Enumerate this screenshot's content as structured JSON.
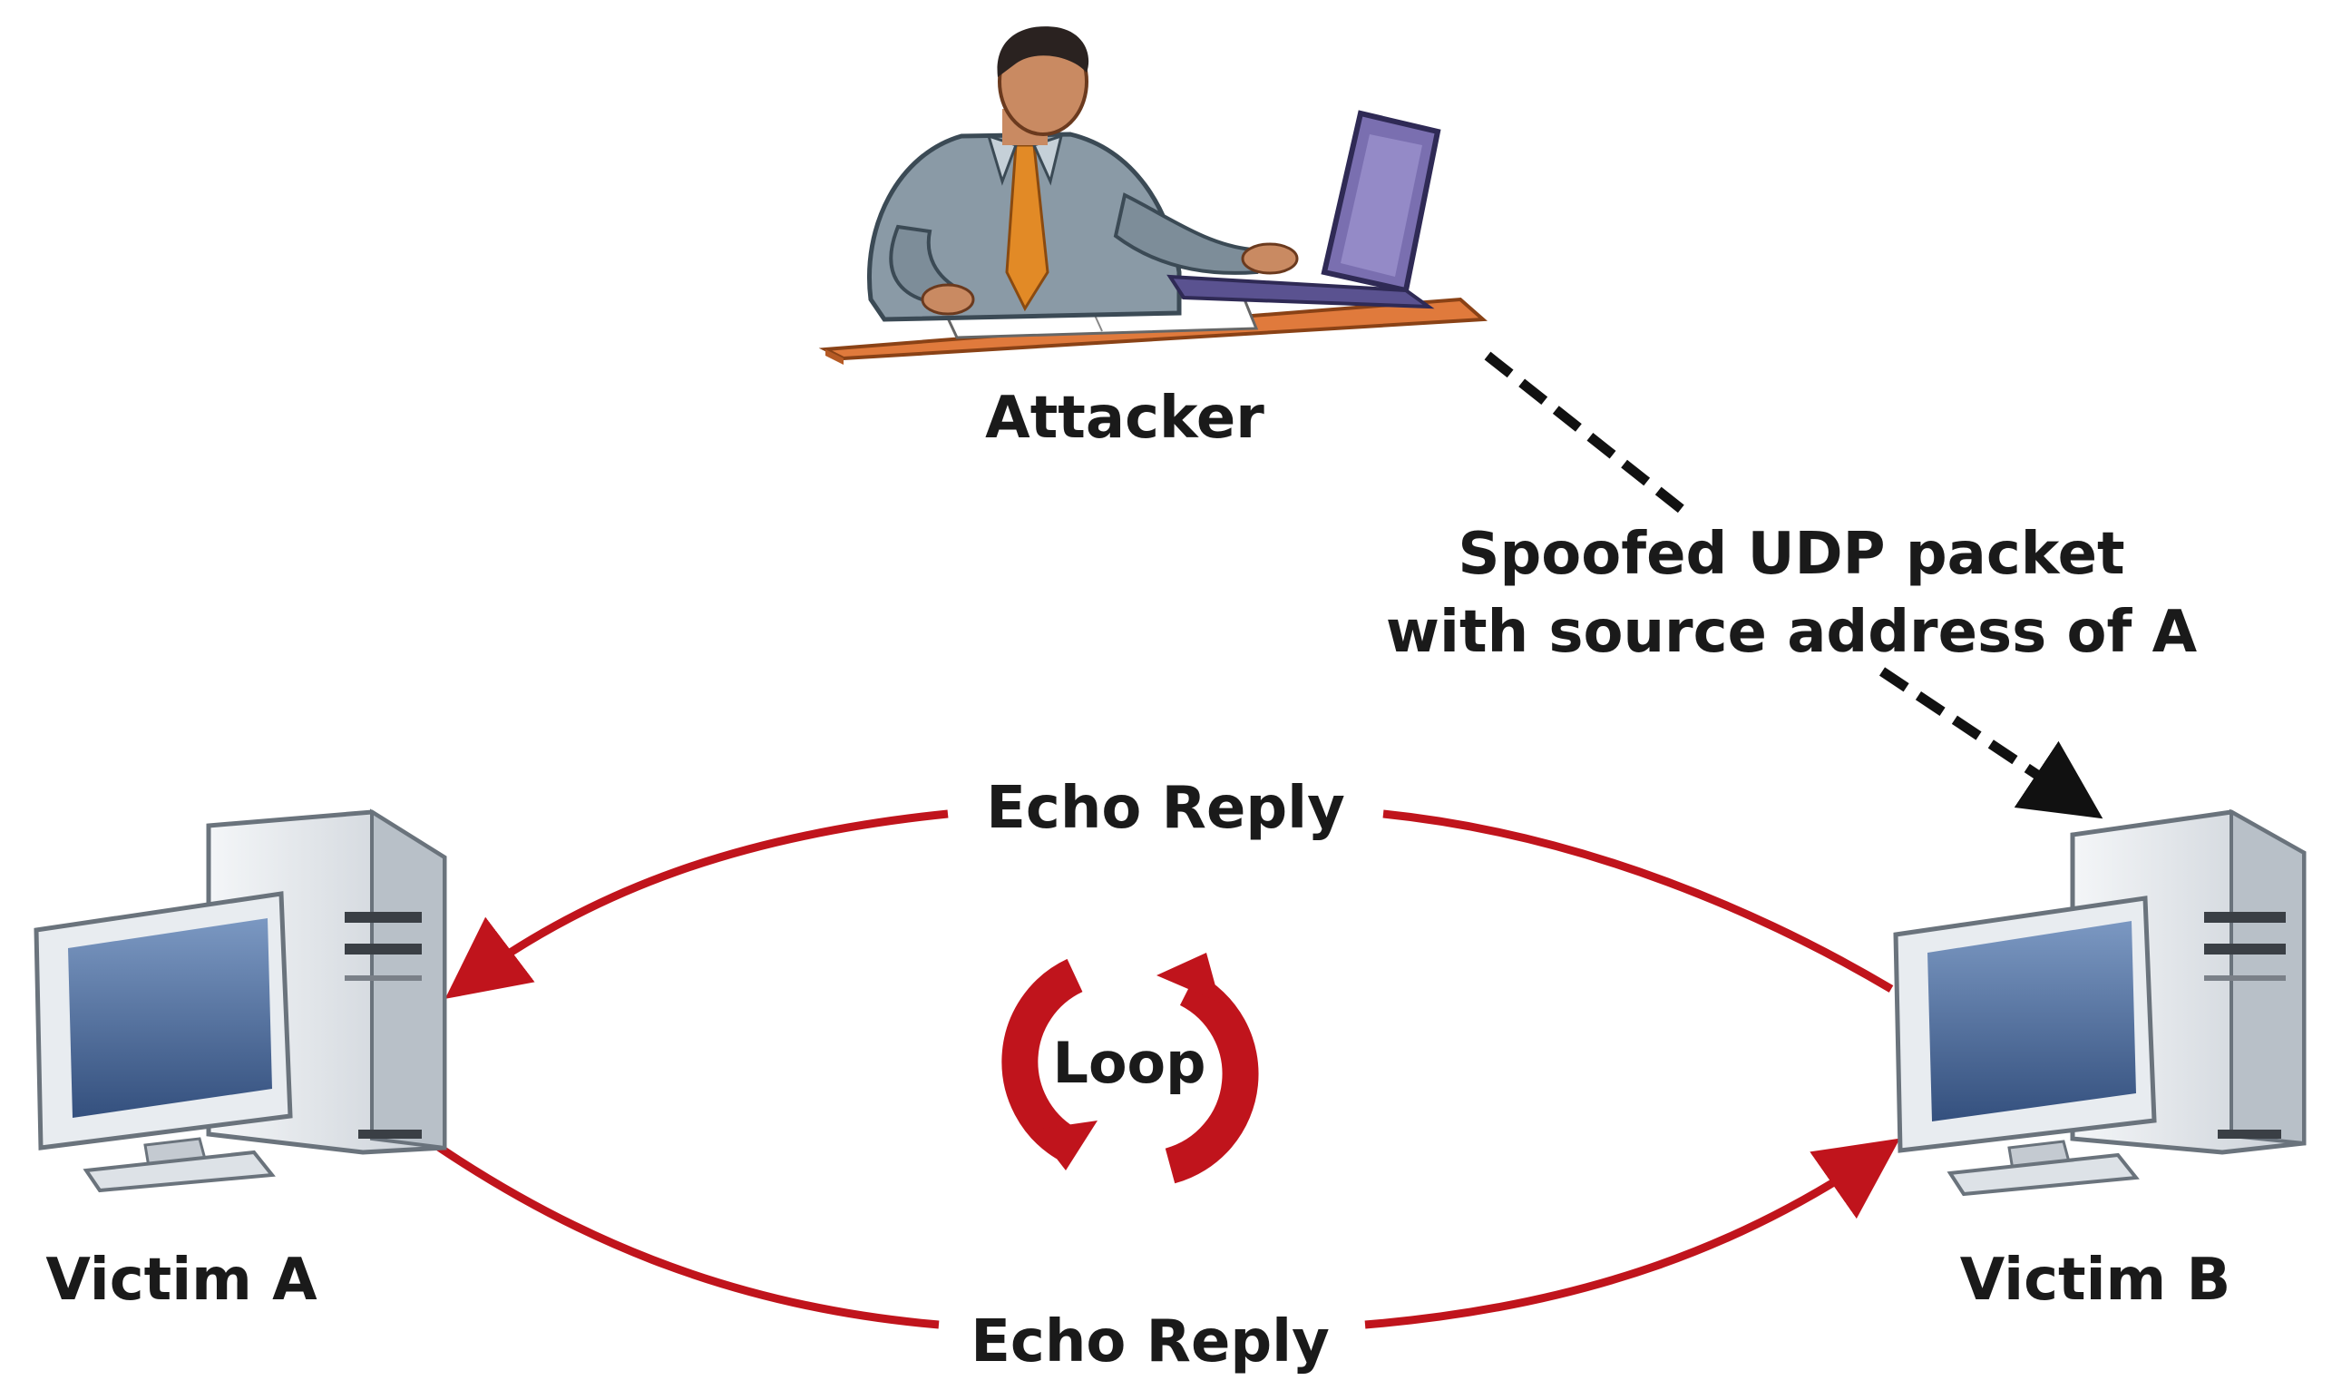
{
  "diagram": {
    "nodes": {
      "attacker": {
        "label": "Attacker",
        "icon": "attacker-at-laptop-icon"
      },
      "victim_a": {
        "label": "Victim A",
        "icon": "desktop-computer-icon"
      },
      "victim_b": {
        "label": "Victim B",
        "icon": "desktop-computer-icon"
      }
    },
    "edges": {
      "spoofed": {
        "line1": "Spoofed UDP packet",
        "line2": "with source address of A",
        "style": "dashed",
        "color": "#111111"
      },
      "echo_top": {
        "label": "Echo Reply",
        "color": "#c0141c"
      },
      "echo_bottom": {
        "label": "Echo Reply",
        "color": "#c0141c"
      }
    },
    "loop": {
      "label": "Loop",
      "icon": "loop-arrows-icon",
      "color": "#c0141c"
    }
  }
}
